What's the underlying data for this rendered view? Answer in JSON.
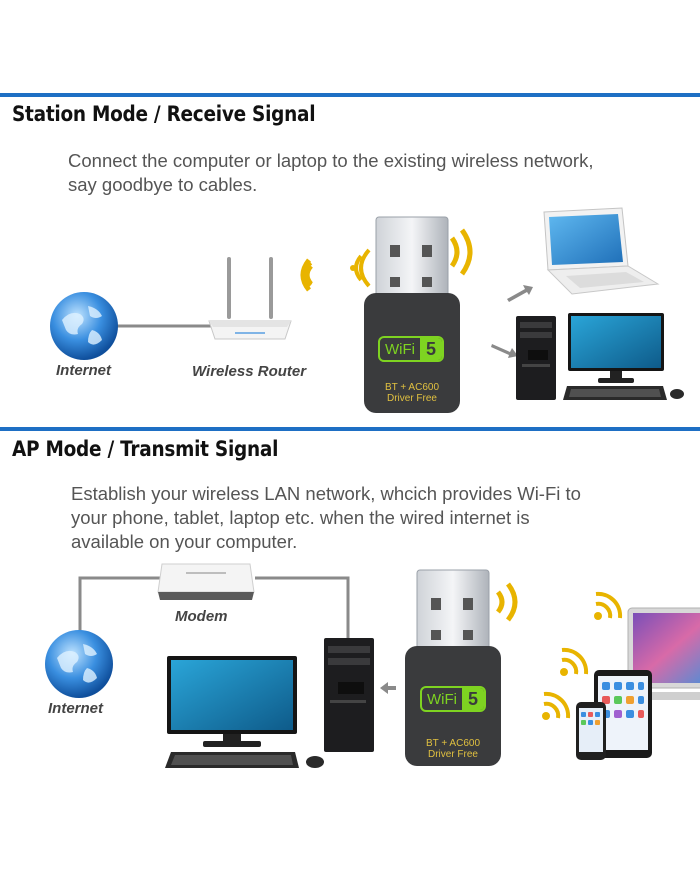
{
  "section1": {
    "heading": "Station Mode / Receive Signal",
    "description_lines": [
      "Connect the computer or laptop to the existing wireless network,",
      "say goodbye to cables."
    ],
    "labels": {
      "internet": "Internet",
      "router": "Wireless Router"
    },
    "dongle": {
      "badge": "WiFi",
      "badge_num": "5",
      "line1": "BT + AC600",
      "line2": "Driver Free"
    }
  },
  "section2": {
    "heading": "AP Mode / Transmit  Signal",
    "description_lines": [
      "Establish your wireless LAN network, whcich provides Wi-Fi to",
      "your phone, tablet, laptop etc. when the wired internet is",
      "available on your computer."
    ],
    "labels": {
      "modem": "Modem",
      "internet": "Internet"
    },
    "dongle": {
      "badge": "WiFi",
      "badge_num": "5",
      "line1": "BT + AC600",
      "line2": "Driver Free"
    }
  },
  "colors": {
    "rule": "#1e6fc4",
    "signal": "#e8b400",
    "badge_green": "#7ed321",
    "globe": "#2a7fd4"
  }
}
